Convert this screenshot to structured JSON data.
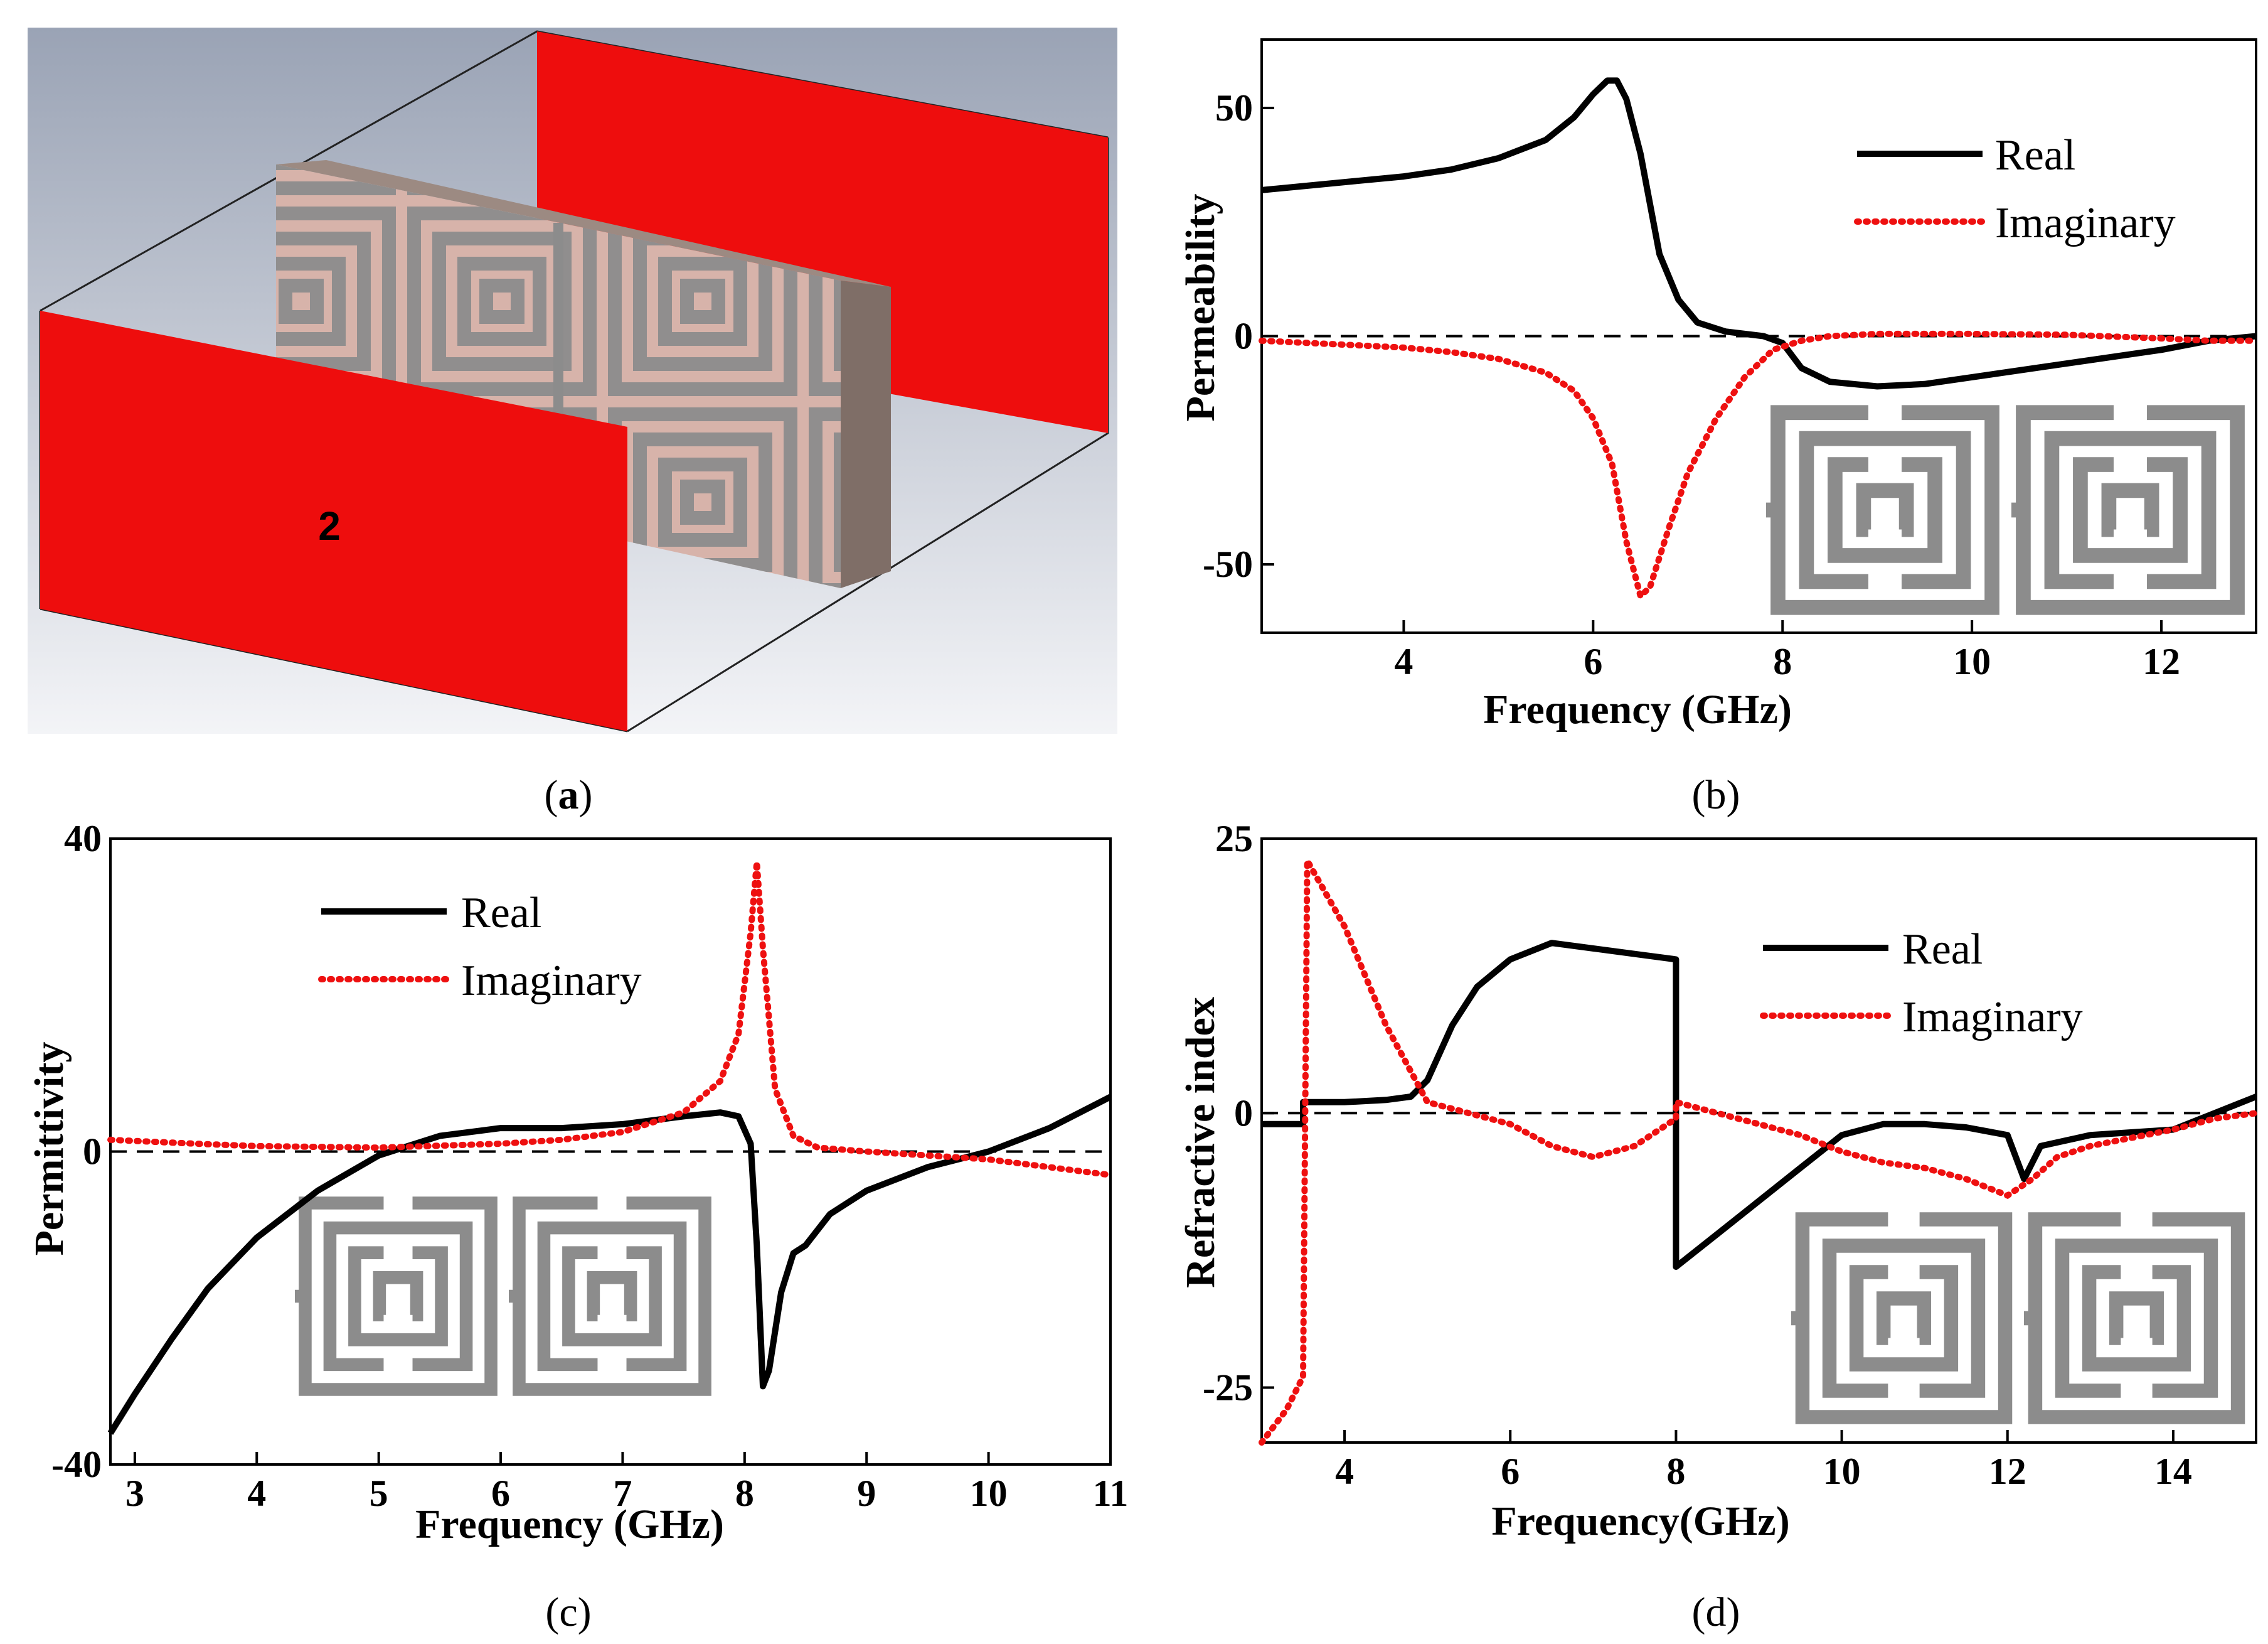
{
  "captions": {
    "a_letter": "a",
    "b_letter": "b",
    "c_letter": "c",
    "d_letter": "d"
  },
  "panel_a": {
    "port_label": "2",
    "colors": {
      "port": "#ee0d0d",
      "substrate_face": "#8e7b73",
      "substrate_side": "#7f6e67",
      "copper": "#d7b3aa",
      "metal": "#8b8b8b"
    }
  },
  "colors": {
    "real": "#000000",
    "imaginary": "#ee1010",
    "unit_cell": "#8c8c8c"
  },
  "chart_data": [
    {
      "id": "b",
      "type": "line",
      "xlabel": "Frequency (GHz)",
      "ylabel": "Permeability",
      "xlim": [
        2.5,
        13
      ],
      "ylim": [
        -65,
        65
      ],
      "xticks": [
        4,
        6,
        8,
        10,
        12
      ],
      "yticks": [
        -50,
        0,
        50
      ],
      "legend_position": "top-right",
      "series": [
        {
          "name": "Real",
          "style": "solid",
          "points": [
            [
              2.5,
              32
            ],
            [
              3,
              33
            ],
            [
              3.5,
              34
            ],
            [
              4,
              35
            ],
            [
              4.5,
              36.5
            ],
            [
              5,
              39
            ],
            [
              5.5,
              43
            ],
            [
              5.8,
              48
            ],
            [
              6,
              53
            ],
            [
              6.15,
              56
            ],
            [
              6.25,
              56
            ],
            [
              6.35,
              52
            ],
            [
              6.5,
              40
            ],
            [
              6.7,
              18
            ],
            [
              6.9,
              8
            ],
            [
              7.1,
              3
            ],
            [
              7.4,
              1
            ],
            [
              7.8,
              0
            ],
            [
              8,
              -1.5
            ],
            [
              8.2,
              -7
            ],
            [
              8.5,
              -10
            ],
            [
              9,
              -11
            ],
            [
              9.5,
              -10.5
            ],
            [
              10,
              -9
            ],
            [
              11,
              -6
            ],
            [
              12,
              -3
            ],
            [
              12.5,
              -1
            ],
            [
              13,
              0
            ]
          ]
        },
        {
          "name": "Imaginary",
          "style": "dotted",
          "points": [
            [
              2.5,
              -1
            ],
            [
              3,
              -1.5
            ],
            [
              3.5,
              -2
            ],
            [
              4,
              -2.5
            ],
            [
              4.5,
              -3.5
            ],
            [
              5,
              -5
            ],
            [
              5.5,
              -8
            ],
            [
              5.8,
              -12
            ],
            [
              6,
              -18
            ],
            [
              6.2,
              -28
            ],
            [
              6.35,
              -45
            ],
            [
              6.5,
              -57
            ],
            [
              6.6,
              -55
            ],
            [
              6.8,
              -42
            ],
            [
              7,
              -30
            ],
            [
              7.3,
              -18
            ],
            [
              7.6,
              -9
            ],
            [
              7.9,
              -3
            ],
            [
              8.2,
              -1
            ],
            [
              8.5,
              0
            ],
            [
              9,
              0.5
            ],
            [
              10,
              0.5
            ],
            [
              11,
              0.3
            ],
            [
              12,
              -0.5
            ],
            [
              12.5,
              -1
            ],
            [
              13,
              -1
            ]
          ]
        }
      ]
    },
    {
      "id": "c",
      "type": "line",
      "xlabel": "Frequency (GHz)",
      "ylabel": "Permittivity",
      "xlim": [
        2.8,
        11
      ],
      "ylim": [
        -40,
        40
      ],
      "xticks": [
        3,
        4,
        5,
        6,
        7,
        8,
        9,
        10,
        11
      ],
      "yticks": [
        -40,
        0,
        40
      ],
      "legend_position": "top-left",
      "series": [
        {
          "name": "Real",
          "style": "solid",
          "points": [
            [
              2.8,
              -36
            ],
            [
              3,
              -31
            ],
            [
              3.3,
              -24
            ],
            [
              3.6,
              -17.5
            ],
            [
              4,
              -11
            ],
            [
              4.5,
              -5
            ],
            [
              5,
              -0.5
            ],
            [
              5.5,
              2
            ],
            [
              6,
              3
            ],
            [
              6.5,
              3
            ],
            [
              7,
              3.5
            ],
            [
              7.5,
              4.5
            ],
            [
              7.8,
              5
            ],
            [
              7.95,
              4.5
            ],
            [
              8.05,
              1
            ],
            [
              8.1,
              -12
            ],
            [
              8.15,
              -30
            ],
            [
              8.2,
              -28
            ],
            [
              8.3,
              -18
            ],
            [
              8.4,
              -13
            ],
            [
              8.5,
              -12
            ],
            [
              8.7,
              -8
            ],
            [
              9,
              -5
            ],
            [
              9.5,
              -2
            ],
            [
              10,
              0
            ],
            [
              10.5,
              3
            ],
            [
              11,
              7
            ]
          ]
        },
        {
          "name": "Imaginary",
          "style": "dotted",
          "points": [
            [
              2.8,
              1.5
            ],
            [
              3.5,
              1
            ],
            [
              4,
              0.7
            ],
            [
              5,
              0.5
            ],
            [
              6,
              1
            ],
            [
              6.5,
              1.5
            ],
            [
              7,
              2.5
            ],
            [
              7.5,
              5
            ],
            [
              7.8,
              9
            ],
            [
              7.95,
              15
            ],
            [
              8.05,
              28
            ],
            [
              8.1,
              37
            ],
            [
              8.15,
              26
            ],
            [
              8.25,
              8
            ],
            [
              8.4,
              2
            ],
            [
              8.6,
              0.5
            ],
            [
              9,
              0
            ],
            [
              9.5,
              -0.5
            ],
            [
              10,
              -1
            ],
            [
              10.5,
              -2
            ],
            [
              11,
              -3
            ]
          ]
        }
      ]
    },
    {
      "id": "d",
      "type": "line",
      "xlabel": "Frequency(GHz)",
      "ylabel": "Refractive index",
      "xlim": [
        3,
        15
      ],
      "ylim": [
        -30,
        25
      ],
      "xticks": [
        4,
        6,
        8,
        10,
        12,
        14
      ],
      "yticks": [
        -25,
        0,
        25
      ],
      "legend_position": "top-right",
      "series": [
        {
          "name": "Real",
          "style": "solid",
          "points": [
            [
              3,
              -1
            ],
            [
              3.5,
              -1
            ],
            [
              3.5,
              1
            ],
            [
              4,
              1
            ],
            [
              4.5,
              1.2
            ],
            [
              4.8,
              1.5
            ],
            [
              5,
              3
            ],
            [
              5.3,
              8
            ],
            [
              5.6,
              11.5
            ],
            [
              6,
              14
            ],
            [
              6.5,
              15.5
            ],
            [
              7,
              15
            ],
            [
              7.5,
              14.5
            ],
            [
              8,
              14
            ],
            [
              8,
              -14
            ],
            [
              8.5,
              -11
            ],
            [
              9,
              -8
            ],
            [
              9.5,
              -5
            ],
            [
              10,
              -2
            ],
            [
              10.5,
              -1
            ],
            [
              11,
              -1
            ],
            [
              11.5,
              -1.3
            ],
            [
              12,
              -2
            ],
            [
              12.2,
              -6
            ],
            [
              12.4,
              -3
            ],
            [
              13,
              -2
            ],
            [
              14,
              -1.5
            ],
            [
              14.5,
              0
            ],
            [
              15,
              1.5
            ]
          ]
        },
        {
          "name": "Imaginary",
          "style": "dotted",
          "points": [
            [
              3,
              -30
            ],
            [
              3.3,
              -27
            ],
            [
              3.5,
              -24
            ],
            [
              3.55,
              23
            ],
            [
              4,
              17
            ],
            [
              4.5,
              8
            ],
            [
              5,
              1
            ],
            [
              5.5,
              0
            ],
            [
              6,
              -1
            ],
            [
              6.5,
              -3
            ],
            [
              7,
              -4
            ],
            [
              7.5,
              -3
            ],
            [
              8,
              -0.5
            ],
            [
              8,
              1
            ],
            [
              8.5,
              0
            ],
            [
              9,
              -1
            ],
            [
              9.5,
              -2
            ],
            [
              10,
              -3.5
            ],
            [
              10.5,
              -4.5
            ],
            [
              11,
              -5
            ],
            [
              11.5,
              -6
            ],
            [
              12,
              -7.5
            ],
            [
              12.3,
              -6
            ],
            [
              12.6,
              -4
            ],
            [
              13,
              -3
            ],
            [
              14,
              -1.5
            ],
            [
              14.5,
              -0.5
            ],
            [
              15,
              0
            ]
          ]
        }
      ]
    }
  ]
}
